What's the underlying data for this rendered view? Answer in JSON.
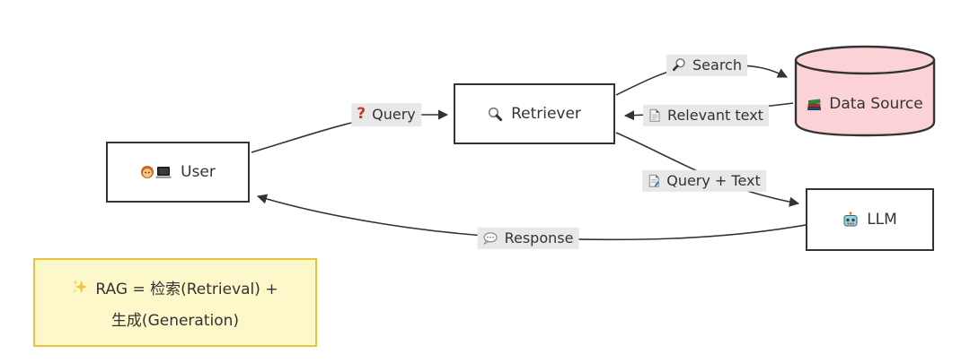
{
  "diagram_type": "flowchart",
  "nodes": {
    "user": {
      "label": "User",
      "icon": "woman-technologist-icon"
    },
    "retriever": {
      "label": "Retriever",
      "icon": "magnifier-icon"
    },
    "data_source": {
      "label": "Data Source",
      "icon": "books-icon",
      "shape": "cylinder"
    },
    "llm": {
      "label": "LLM",
      "icon": "robot-icon"
    }
  },
  "edges": {
    "query": {
      "from": "user",
      "to": "retriever",
      "label": "Query",
      "icon": "red-question-icon",
      "icon_char": "?"
    },
    "search": {
      "from": "retriever",
      "to": "data_source",
      "label": "Search",
      "icon": "magnifier-icon"
    },
    "relevant_text": {
      "from": "data_source",
      "to": "retriever",
      "label": "Relevant text",
      "icon": "page-icon"
    },
    "query_plus_text": {
      "from": "retriever",
      "to": "llm",
      "label": "Query + Text",
      "icon": "memo-icon"
    },
    "response": {
      "from": "llm",
      "to": "user",
      "label": "Response",
      "icon": "speech-balloon-icon"
    }
  },
  "note": {
    "icon": "sparkles-icon",
    "line1": "RAG = 检索(Retrieval) +",
    "line2": "生成(Generation)"
  },
  "colors": {
    "node_border": "#333333",
    "node_fill": "#ffffff",
    "data_source_fill": "#fbd3d6",
    "edge_stroke": "#333333",
    "edge_label_bg": "#e8e8e8",
    "note_fill": "#fcf8c9",
    "note_border": "#ecc23d",
    "text": "#333333"
  }
}
